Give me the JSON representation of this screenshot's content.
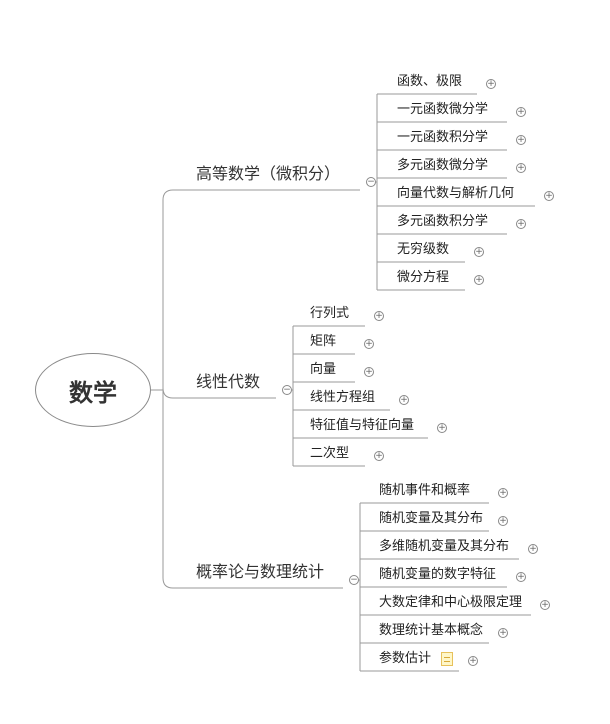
{
  "root": {
    "label": "数学"
  },
  "branches": [
    {
      "label": "高等数学（微积分）",
      "children": [
        "函数、极限",
        "一元函数微分学",
        "一元函数积分学",
        "多元函数微分学",
        "向量代数与解析几何",
        "多元函数积分学",
        "无穷级数",
        "微分方程"
      ]
    },
    {
      "label": "线性代数",
      "children": [
        "行列式",
        "矩阵",
        "向量",
        "线性方程组",
        "特征值与特征向量",
        "二次型"
      ]
    },
    {
      "label": "概率论与数理统计",
      "children": [
        "随机事件和概率",
        "随机变量及其分布",
        "多维随机变量及其分布",
        "随机变量的数字特征",
        "大数定律和中心极限定理",
        "数理统计基本概念",
        "参数估计"
      ]
    }
  ],
  "toggle_symbols": {
    "collapse": "−",
    "expand": "+"
  },
  "colors": {
    "line": "#9a9a9a",
    "text": "#222222"
  }
}
